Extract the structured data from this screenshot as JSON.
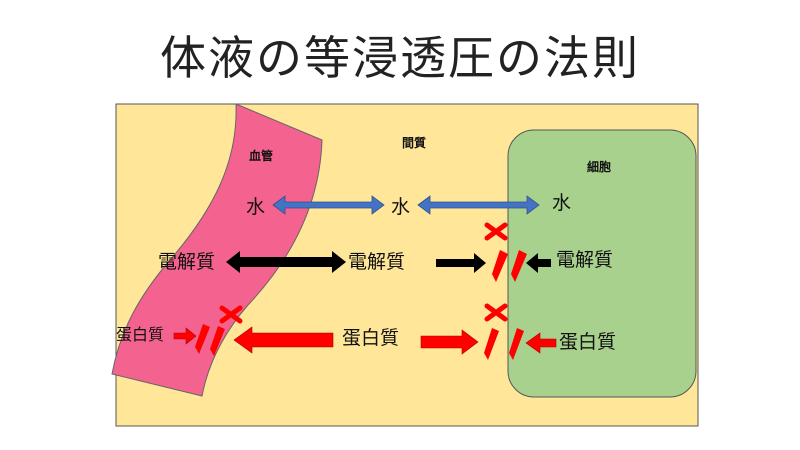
{
  "title": "体液の等浸透圧の法則",
  "regions": {
    "blood_vessel": "血管",
    "interstitium": "間質",
    "cell": "細胞"
  },
  "substances": {
    "water": "水",
    "electrolyte": "電解質",
    "protein": "蛋白質"
  },
  "colors": {
    "background": "#FFE699",
    "vessel": "#F4628F",
    "cell": "#A9D18E",
    "water_arrow": "#4472C4",
    "electrolyte_arrow": "#000000",
    "protein_arrow": "#FF0000",
    "barrier_mark": "#FF0000"
  }
}
